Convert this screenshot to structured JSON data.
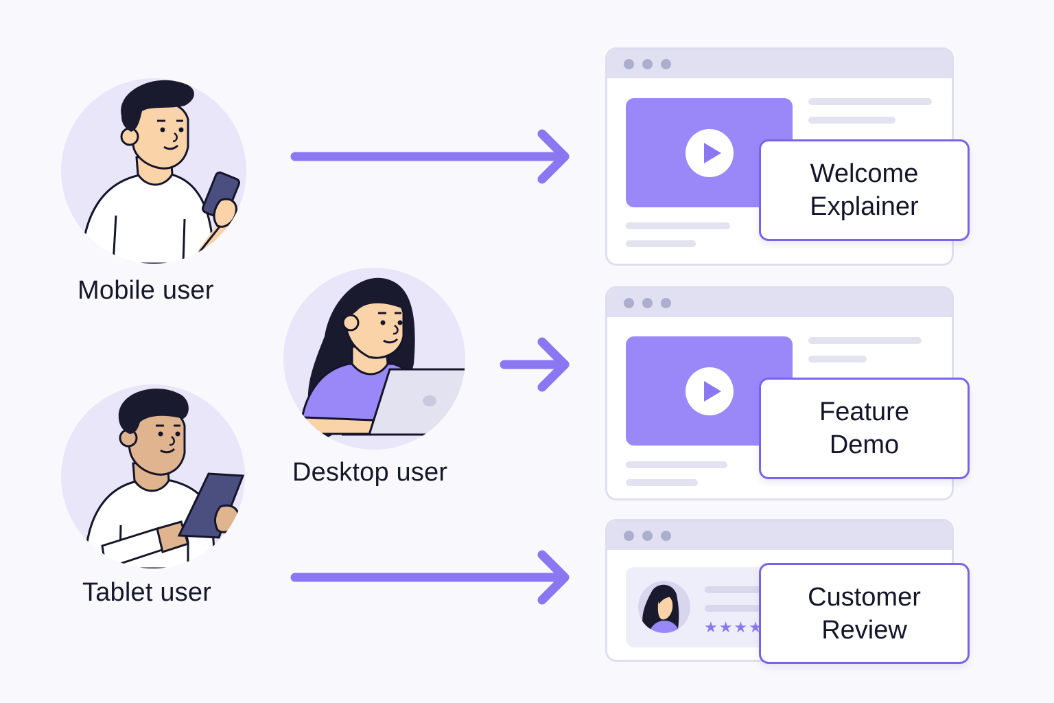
{
  "personas": [
    {
      "id": "mobile",
      "label": "Mobile user",
      "device": "phone"
    },
    {
      "id": "desktop",
      "label": "Desktop user",
      "device": "laptop"
    },
    {
      "id": "tablet",
      "label": "Tablet user",
      "device": "tablet"
    }
  ],
  "content_cards": [
    {
      "id": "welcome",
      "title_line1": "Welcome",
      "title_line2": "Explainer",
      "type": "video"
    },
    {
      "id": "feature",
      "title_line1": "Feature",
      "title_line2": "Demo",
      "type": "video"
    },
    {
      "id": "review",
      "title_line1": "Customer",
      "title_line2": "Review",
      "type": "review",
      "stars": "★★★★"
    }
  ],
  "colors": {
    "accent": "#8b77f2",
    "accent_border": "#7a62ec",
    "circle_bg": "#e8e6f8",
    "browser_bar": "#e0e0f2",
    "text": "#14142a",
    "skin_light": "#fbd3a8",
    "skin_tan": "#e0b48e",
    "hair": "#1a1a2e",
    "device": "#4b4f80"
  }
}
